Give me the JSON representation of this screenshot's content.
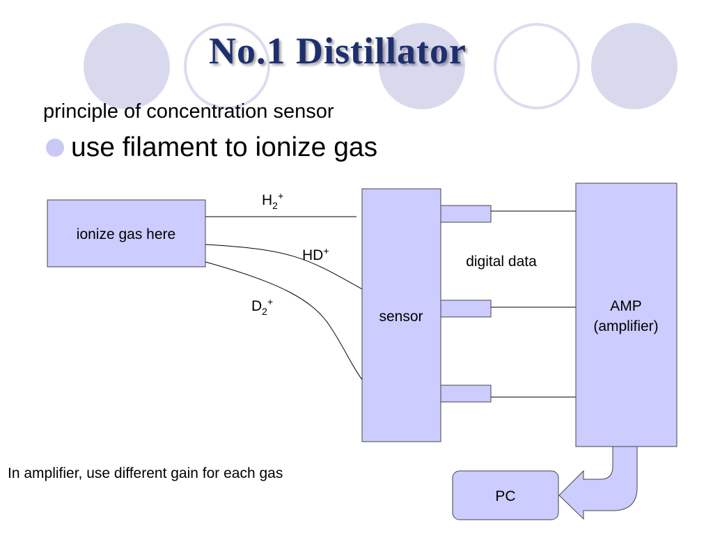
{
  "slide": {
    "title": "No.1  Distillator",
    "subtitle": "principle of concentration sensor",
    "bullet": "use filament to ionize gas",
    "note": "In amplifier, use different gain for each gas"
  },
  "diagram": {
    "ionizer_label": "ionize gas here",
    "sensor_label": "sensor",
    "amp_label_line1": "AMP",
    "amp_label_line2": "(amplifier)",
    "pc_label": "PC",
    "digital_data_label": "digital data",
    "gases": [
      {
        "base": "H",
        "sub": "2",
        "sup": "+"
      },
      {
        "base": "HD",
        "sub": "",
        "sup": "+"
      },
      {
        "base": "D",
        "sub": "2",
        "sup": "+"
      }
    ]
  },
  "colors": {
    "box_fill": "#ccccff",
    "deco_circle_fill": "#d9d9ee",
    "deco_circle_stroke": "#dcdcf0",
    "title_color": "#1f2f6e",
    "bullet_color": "#c9c9f4"
  }
}
